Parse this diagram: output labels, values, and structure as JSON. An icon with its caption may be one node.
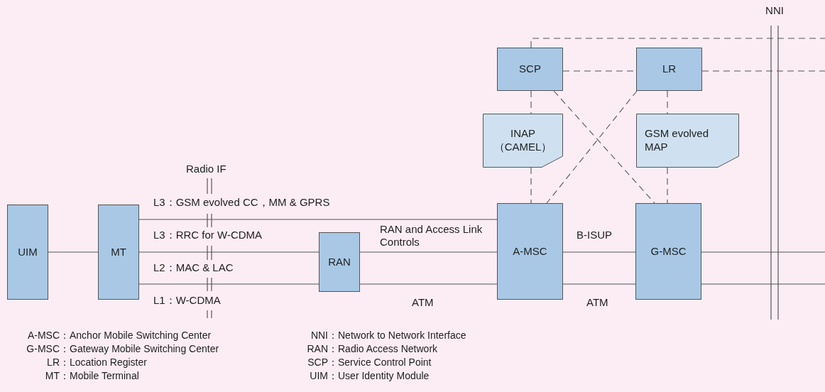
{
  "diagram": {
    "nodes": [
      {
        "text": [
          "UIM"
        ]
      },
      {
        "text": [
          "MT"
        ]
      },
      {
        "text": [
          "RAN"
        ]
      },
      {
        "text": [
          "A-MSC"
        ]
      },
      {
        "text": [
          "G-MSC"
        ]
      },
      {
        "text": [
          "SCP"
        ]
      },
      {
        "text": [
          "LR"
        ]
      },
      {
        "text": [
          "INAP （CAMEL）"
        ]
      },
      {
        "text": [
          "GSM evolved MAP"
        ]
      }
    ],
    "edges": [
      {
        "from": 0,
        "to": 1,
        "arrow": "none"
      },
      {
        "from": 1,
        "to": 3,
        "arrow": "none"
      },
      {
        "from": 1,
        "to": 2,
        "arrow": "none"
      },
      {
        "from": 1,
        "to": 2,
        "arrow": "none"
      },
      {
        "from": 2,
        "to": 3,
        "arrow": "none"
      },
      {
        "from": 2,
        "to": 3,
        "arrow": "none"
      },
      {
        "from": 3,
        "to": 4,
        "arrow": "none"
      },
      {
        "from": 3,
        "to": 4,
        "arrow": "none"
      },
      {
        "from": 4,
        "to": null,
        "arrow": "none"
      },
      {
        "from": 4,
        "to": null,
        "arrow": "none"
      },
      {
        "from": 5,
        "to": 6,
        "arrow": "none",
        "style": "dashed"
      },
      {
        "from": 6,
        "to": null,
        "arrow": "none",
        "style": "dashed"
      },
      {
        "from": 5,
        "to": null,
        "arrow": "none",
        "style": "dashed"
      },
      {
        "from": 5,
        "to": 7,
        "arrow": "none",
        "style": "dashed"
      },
      {
        "from": 7,
        "to": 3,
        "arrow": "none",
        "style": "dashed"
      },
      {
        "from": 5,
        "to": 4,
        "arrow": "none",
        "style": "dashed"
      },
      {
        "from": 6,
        "to": 3,
        "arrow": "none",
        "style": "dashed"
      },
      {
        "from": 6,
        "to": 8,
        "arrow": "none",
        "style": "dashed"
      },
      {
        "from": 8,
        "to": 4,
        "arrow": "none",
        "style": "dashed"
      }
    ],
    "labels": [
      "NNI",
      "Radio IF",
      "L3：GSM evolved CC，MM & GPRS",
      "RAN and Access Link Controls",
      "L3：RRC for W-CDMA",
      "B-ISUP",
      "L2：MAC & LAC",
      "L1：W-CDMA",
      "ATM",
      "ATM",
      "A-MSC",
      "：Anchor Mobile Switching Center",
      "NNI",
      "：Network to Network Interface",
      "G-MSC",
      "：Gateway Mobile Switching Center",
      "RAN",
      "：Radio Access Network",
      "LR",
      "：Location Register",
      "SCP",
      "：Service Control Point",
      "MT",
      "：Mobile Terminal",
      "UIM",
      "：User Identity Module"
    ]
  }
}
